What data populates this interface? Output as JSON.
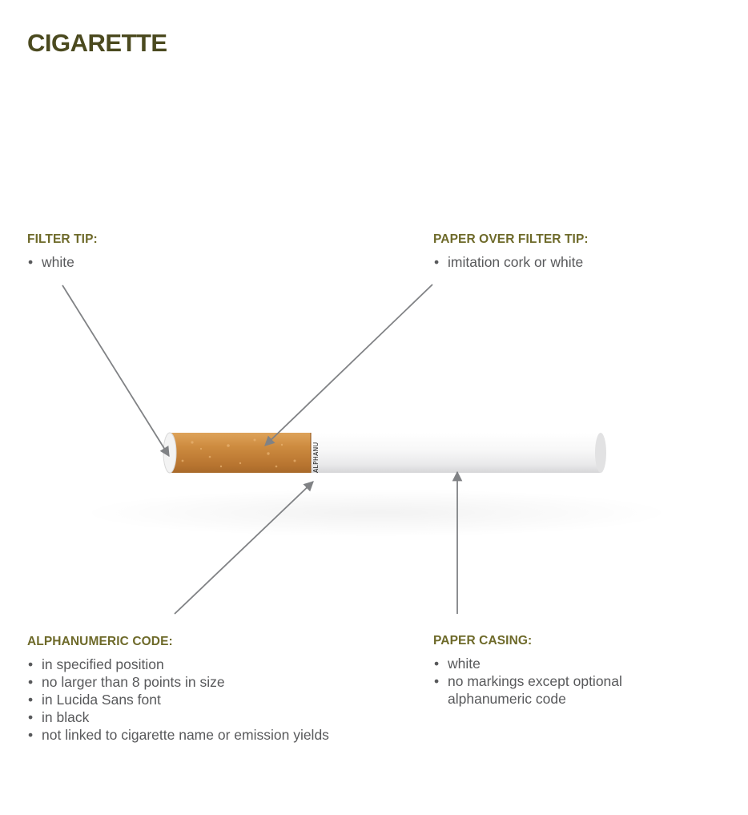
{
  "title": "CIGARETTE",
  "cigarette_code_text": "ALPHANU",
  "colors": {
    "title": "#4b4a1f",
    "heading": "#6e6a2a",
    "body_text": "#58595b",
    "arrow": "#808285",
    "cork": "#c98a3e",
    "paper": "#f5f5f5"
  },
  "callouts": {
    "filter_tip": {
      "heading": "FILTER TIP:",
      "items": [
        "white"
      ]
    },
    "paper_over_filter": {
      "heading": "PAPER OVER FILTER TIP:",
      "items": [
        "imitation cork or white"
      ]
    },
    "alphanumeric": {
      "heading": "ALPHANUMERIC CODE:",
      "items": [
        "in specified position",
        "no larger than 8 points in size",
        "in Lucida Sans font",
        "in black",
        "not linked to cigarette name or emission yields"
      ]
    },
    "paper_casing": {
      "heading": "PAPER CASING:",
      "items": [
        "white",
        "no markings except optional alphanumeric code"
      ]
    }
  }
}
